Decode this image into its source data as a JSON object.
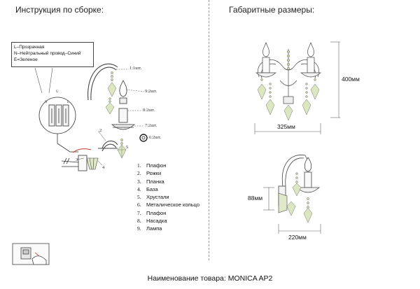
{
  "headings": {
    "assembly": "Инструкция по сборке:",
    "dimensions": "Габаритные размеры:"
  },
  "wiring_legend": [
    "L–Прозрачная",
    "N–Нейтральный провод–Синий",
    "E=Зеленое"
  ],
  "callouts": {
    "c1": "1:1шт.",
    "c9": "9:2шт.",
    "c8": "8:2шт.",
    "c7": "7:2шт.",
    "c6": "6:2шт.",
    "c2": "2",
    "c3": "3",
    "c4": "4",
    "c5": "5"
  },
  "parts": [
    {
      "num": "1.",
      "label": "Плафон"
    },
    {
      "num": "2.",
      "label": "Рожки"
    },
    {
      "num": "3.",
      "label": "Планка"
    },
    {
      "num": "4.",
      "label": "База"
    },
    {
      "num": "5.",
      "label": "Хрустали"
    },
    {
      "num": "6.",
      "label": "Металическое кольцо"
    },
    {
      "num": "7.",
      "label": "Плафон"
    },
    {
      "num": "8.",
      "label": "Насадка"
    },
    {
      "num": "9.",
      "label": "Лампа"
    }
  ],
  "dimensions": {
    "height": "400мм",
    "width": "325мм",
    "depth_small": "88мм",
    "depth": "220мм"
  },
  "product": "Наименование товара: MONICA AP2",
  "colors": {
    "lines": "#333333",
    "accent": "#c0392b",
    "crystal": "#6b8e23",
    "gray": "#888888"
  }
}
